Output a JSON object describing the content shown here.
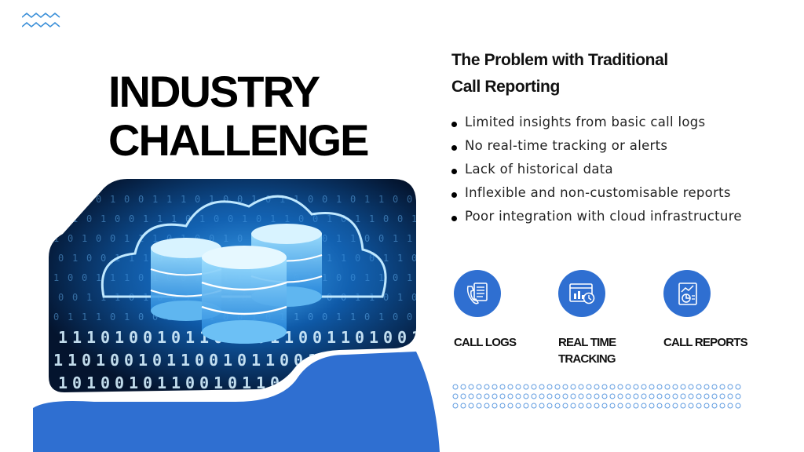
{
  "slide": {
    "title": "INDUSTRY\nCHALLENGE",
    "accent_color": "#2f6fd1"
  },
  "problem": {
    "title": "The Problem with Traditional\nCall Reporting",
    "bullets": [
      "Limited insights from basic call logs",
      "No real-time tracking or alerts",
      "Lack of historical data",
      "Inflexible and non-customisable reports",
      "Poor integration with cloud infrastructure"
    ]
  },
  "features": [
    {
      "label": "CALL LOGS",
      "icon": "phone-log-icon"
    },
    {
      "label": "REAL TIME\nTRACKING",
      "icon": "realtime-tracking-icon"
    },
    {
      "label": "CALL REPORTS",
      "icon": "report-chart-icon"
    }
  ],
  "hero_image": {
    "subject": "cloud database servers with binary code",
    "binary_digits": [
      "0",
      "1",
      "1",
      "0",
      "1",
      "0",
      "0",
      "1",
      "1",
      "1",
      "0",
      "1",
      "0",
      "0",
      "1",
      "0",
      "1",
      "1",
      "0",
      "0",
      "1",
      "0",
      "1",
      "1",
      "0"
    ]
  }
}
